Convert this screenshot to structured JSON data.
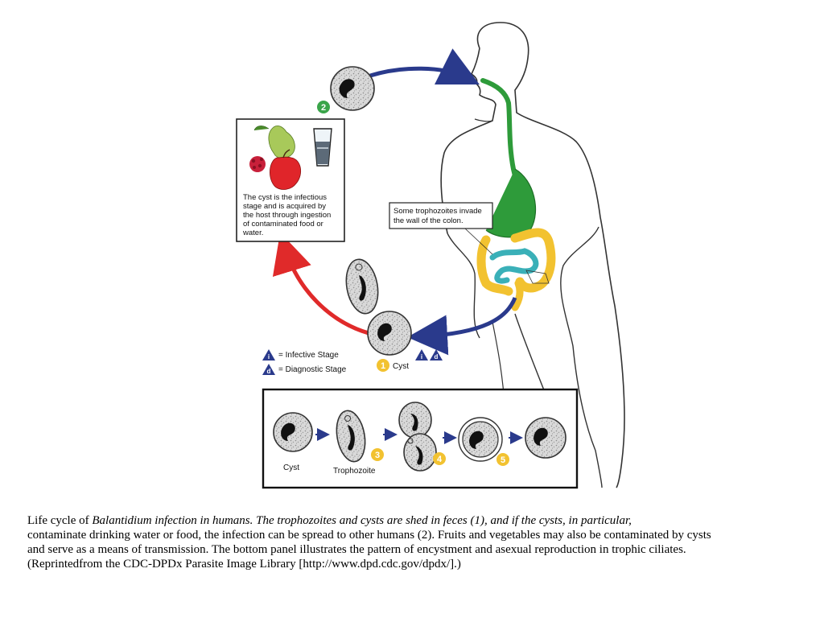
{
  "cyst_label": "Cyst",
  "legend": {
    "infective_symbol": "i",
    "infective": "= Infective Stage",
    "diagnostic_symbol": "d",
    "diagnostic": "= Diagnostic Stage"
  },
  "infection_box_text": [
    "The cyst is the infectious",
    "stage and is acquired by",
    "the host through ingestion",
    "of contaminated food or",
    "water."
  ],
  "colon_note": [
    "Some trophozoites invade",
    "the wall of the colon."
  ],
  "panel": {
    "cyst": "Cyst",
    "trophozoite": "Trophozoite"
  },
  "step_numbers": {
    "one": "1",
    "two": "2",
    "three": "3",
    "four": "4",
    "five": "5"
  },
  "caption": {
    "prefix": "Life cycle of ",
    "italic": "Balantidium infection in humans. The trophozoites and cysts are shed in feces (1), and if the cysts, in particular,",
    "line2": "contaminate drinking water or food, the infection can be spread to other humans (2). Fruits and vegetables may also be contaminated by cysts",
    "line3": "and serve as a means of transmission. The bottom panel illustrates the pattern of encystment and asexual reproduction in trophic ciliates.",
    "line4": "(Reprintedfrom the CDC-DPDx Parasite Image Library [http://www.dpd.cdc.gov/dpdx/].)"
  },
  "colors": {
    "arrow_blue": "#2a3a8c",
    "arrow_red": "#e02a2a",
    "gi_green": "#2e9b3a",
    "colon_yellow": "#f2c230",
    "intestine_teal": "#3ab0b8",
    "step_green": "#3aa54a",
    "step_yellow": "#f2c230",
    "legend_navy": "#2a3a8c"
  }
}
